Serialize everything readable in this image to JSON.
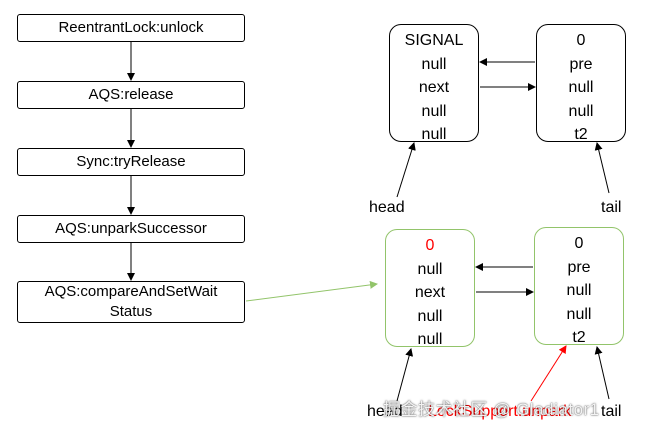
{
  "flow": {
    "steps": [
      {
        "lines": [
          "ReentrantLock:unlock"
        ]
      },
      {
        "lines": [
          "AQS:release"
        ]
      },
      {
        "lines": [
          "Sync:tryRelease"
        ]
      },
      {
        "lines": [
          "AQS:unparkSuccessor"
        ]
      },
      {
        "lines": [
          "AQS:compareAndSetWait",
          "Status"
        ]
      }
    ]
  },
  "before": {
    "head_node": {
      "fields": [
        "SIGNAL",
        "null",
        "next",
        "null",
        "null"
      ]
    },
    "tail_node": {
      "fields": [
        "0",
        "pre",
        "null",
        "null",
        "t2"
      ]
    },
    "head_label": "head",
    "tail_label": "tail"
  },
  "after": {
    "head_node": {
      "fields": [
        "0",
        "null",
        "next",
        "null",
        "null"
      ],
      "highlight_index": 0
    },
    "tail_node": {
      "fields": [
        "0",
        "pre",
        "null",
        "null",
        "t2"
      ]
    },
    "head_label": "head",
    "tail_label": "tail",
    "unpark_label": "LockSupport.unpark"
  },
  "watermark": "掘金技术社区 @ Gladiator1",
  "colors": {
    "accent_green": "#92c46a",
    "highlight_red": "#ff0000",
    "arrow": "#000000"
  }
}
